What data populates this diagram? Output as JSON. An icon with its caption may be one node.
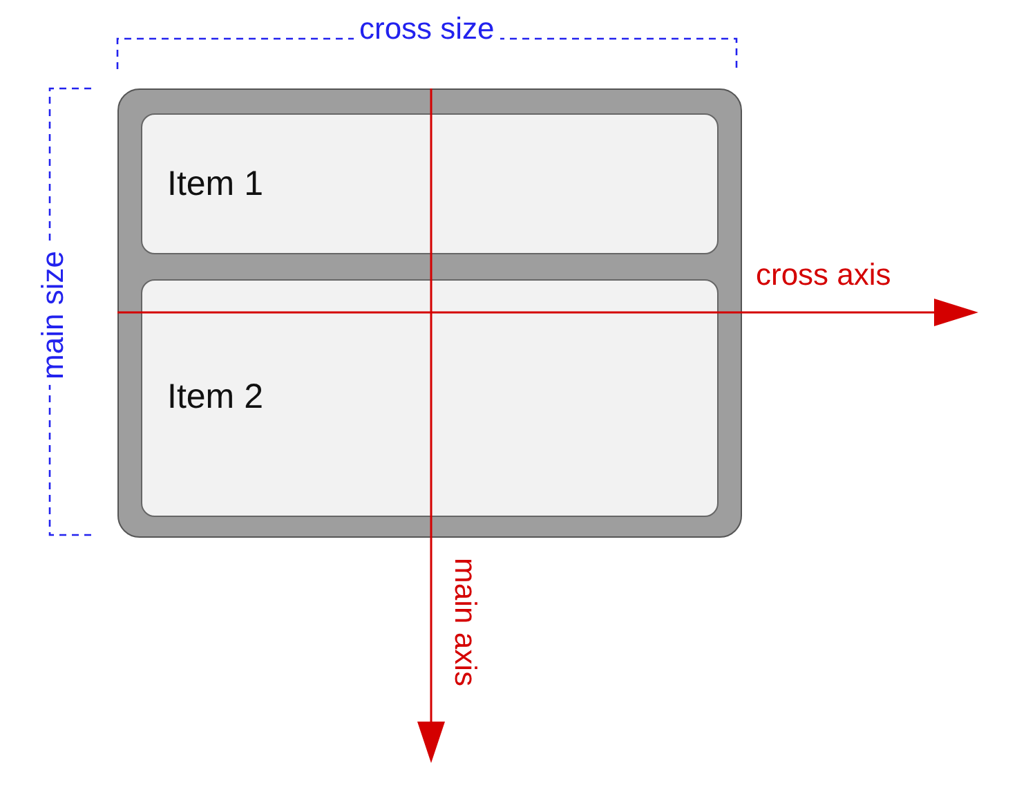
{
  "diagram": {
    "nodes": [
      {
        "text": [],
        "shape": "box"
      },
      {
        "text": [
          "Item 1"
        ],
        "in": 0
      },
      {
        "text": [
          "Item 2"
        ],
        "in": 0
      }
    ],
    "labels": [
      "cross size",
      "main size",
      "cross axis",
      "main axis"
    ]
  }
}
